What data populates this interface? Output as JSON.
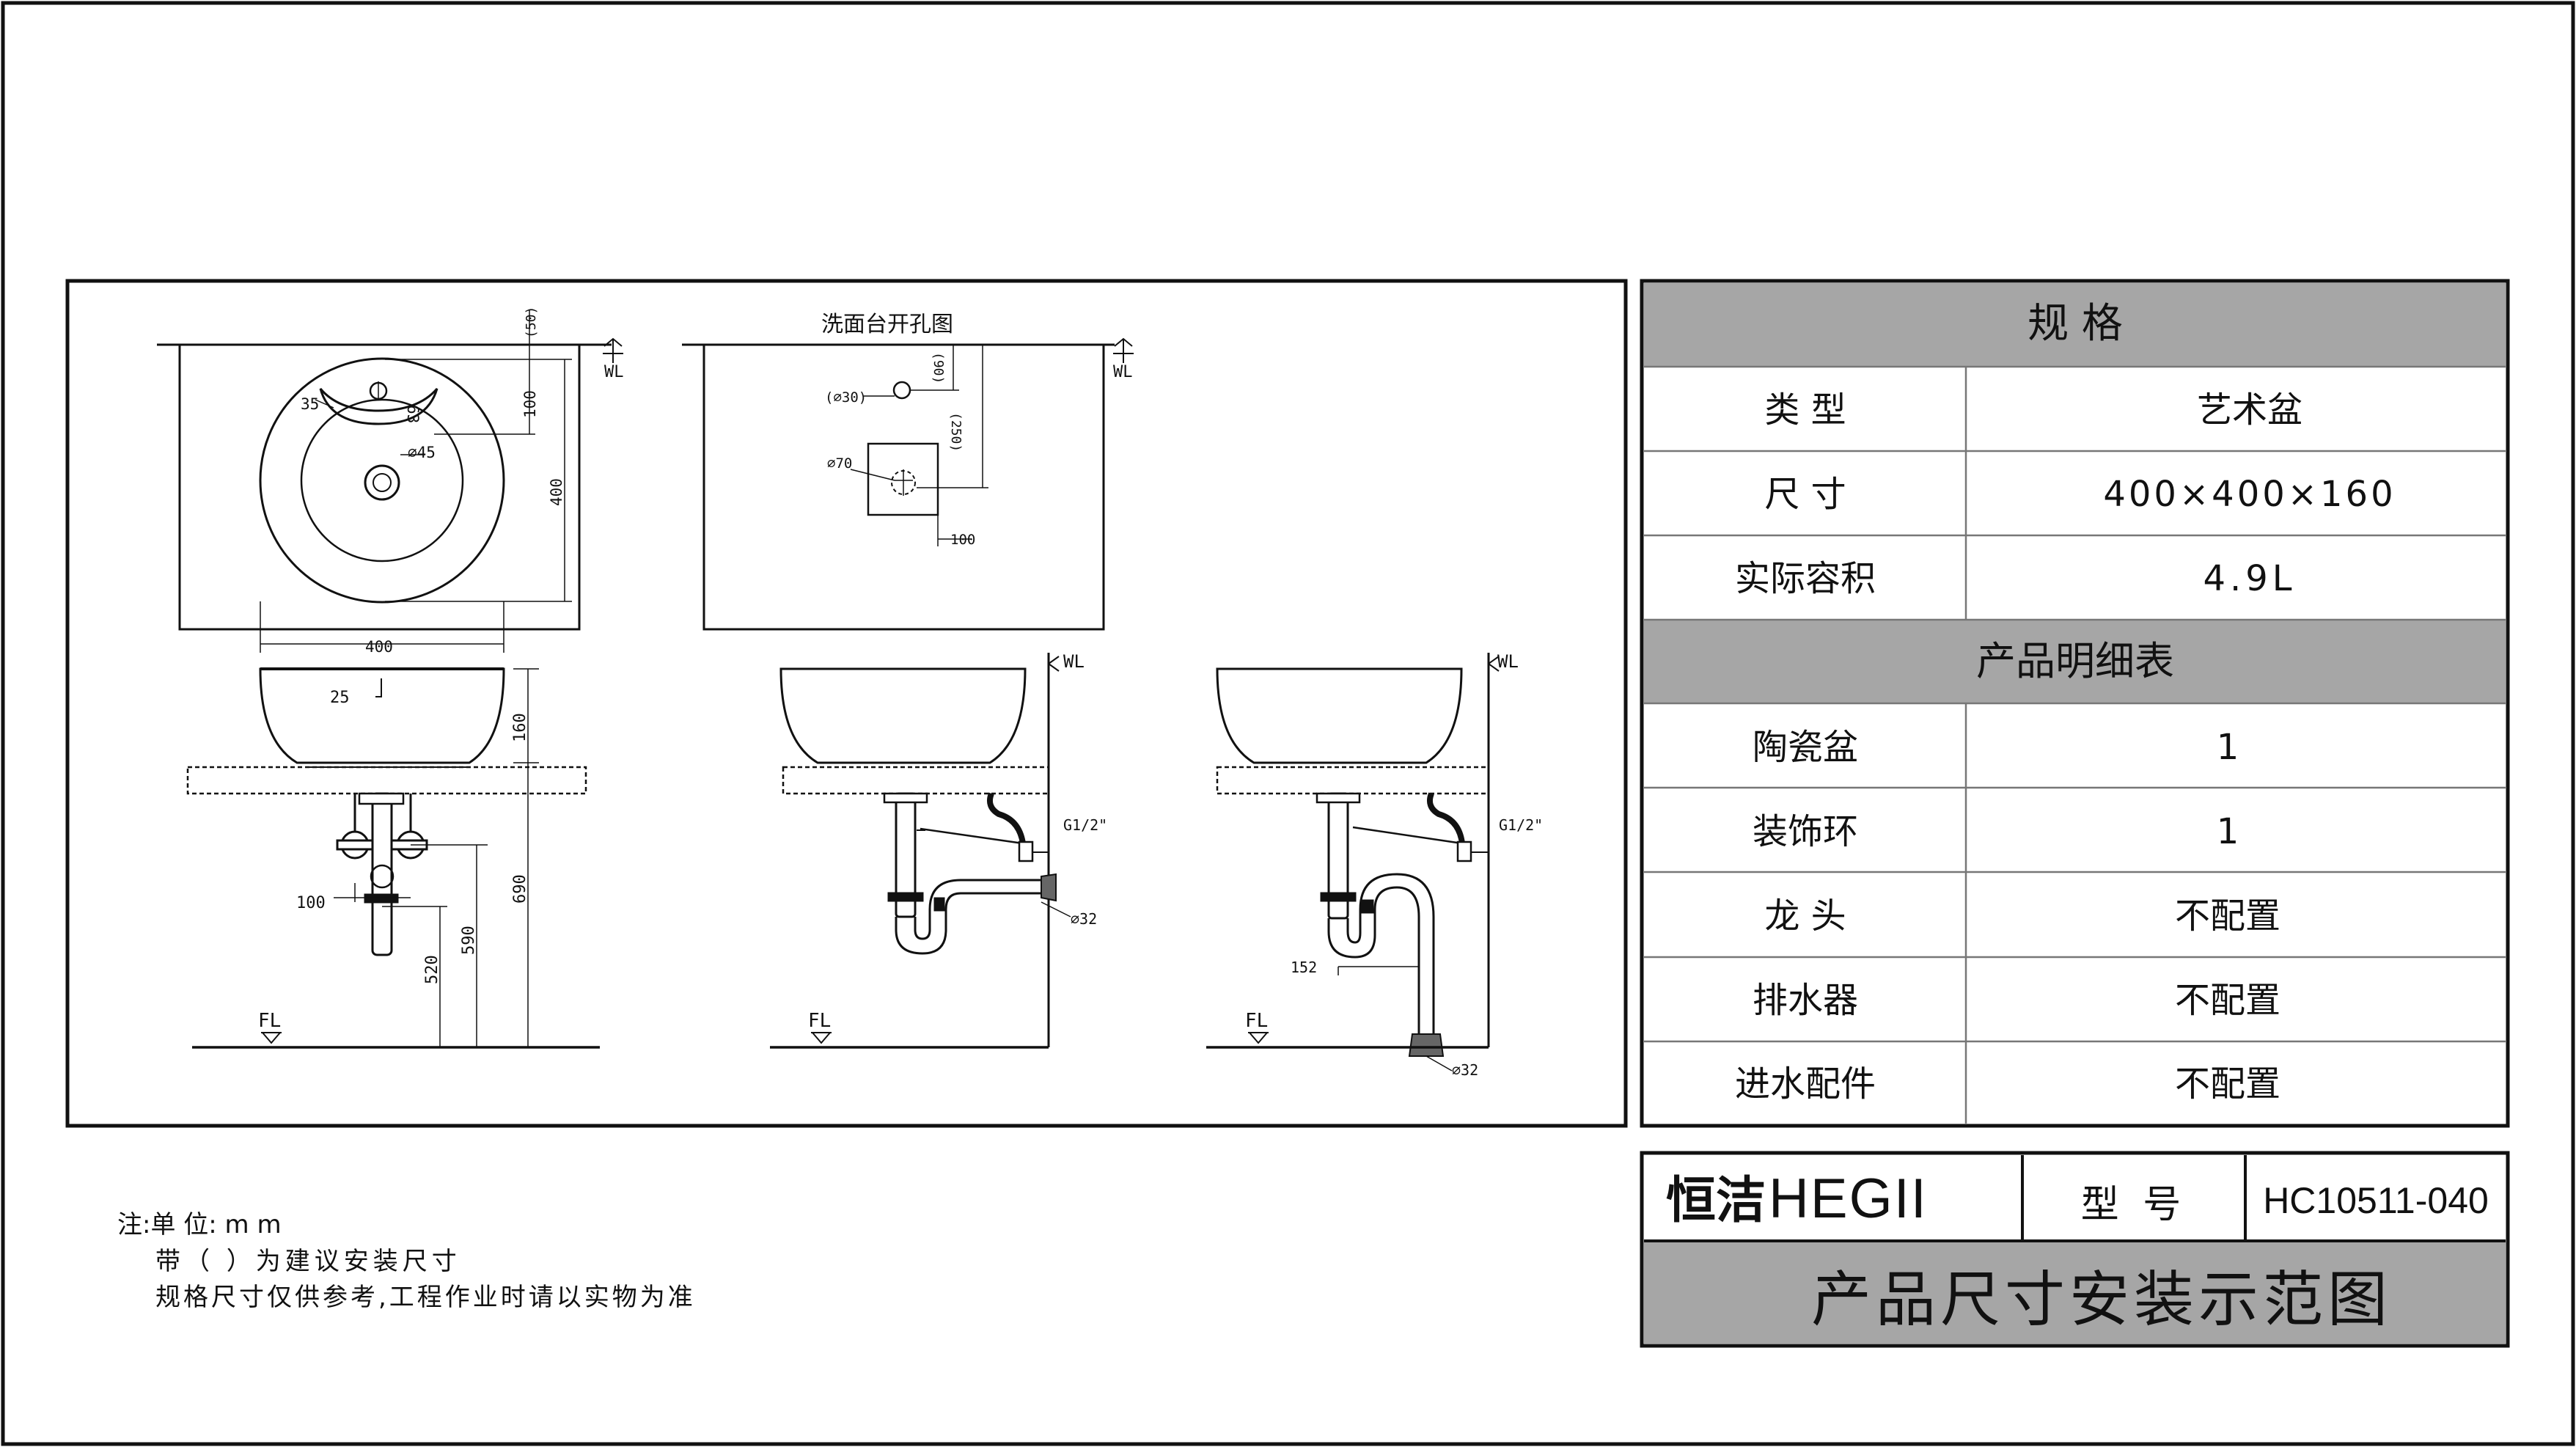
{
  "drawing": {
    "cutout_title": "洗面台开孔图",
    "markers": {
      "wl": "WL",
      "fl": "FL"
    },
    "top_view": {
      "dims": {
        "d35": "35",
        "d63": "63",
        "d45": "∅45",
        "d100": "100",
        "d50": "(50)",
        "d400v": "400",
        "d400h": "400"
      }
    },
    "cutout_view": {
      "dims": {
        "d30": "(∅30)",
        "d90": "(90)",
        "d250": "(250)",
        "d70": "∅70",
        "d100": "100"
      }
    },
    "side_view": {
      "dims": {
        "d25": "25",
        "d160": "160",
        "d690": "690",
        "d590": "590",
        "d520": "520",
        "d100": "100"
      }
    },
    "p_trap_view": {
      "dims": {
        "g12": "G1/2\"",
        "d32": "∅32"
      }
    },
    "s_trap_view": {
      "dims": {
        "g12": "G1/2\"",
        "d32": "∅32",
        "d152": "152"
      }
    }
  },
  "notes": {
    "line1": "注:单 位: m m",
    "line2": "带（ ）为建议安装尺寸",
    "line3": "规格尺寸仅供参考,工程作业时请以实物为准"
  },
  "spec_table": {
    "header": "规   格",
    "rows": [
      {
        "label": "类   型",
        "value": "艺术盆"
      },
      {
        "label": "尺   寸",
        "value": "400×400×160"
      },
      {
        "label": "实际容积",
        "value": "4.9L"
      }
    ],
    "detail_header": "产品明细表",
    "detail_rows": [
      {
        "label": "陶瓷盆",
        "value": "1"
      },
      {
        "label": "装饰环",
        "value": "1"
      },
      {
        "label": "龙   头",
        "value": "不配置"
      },
      {
        "label": "排水器",
        "value": "不配置"
      },
      {
        "label": "进水配件",
        "value": "不配置"
      }
    ]
  },
  "title_block": {
    "brand_cn": "恒洁",
    "brand_en": "HEGII",
    "model_label": "型 号",
    "model_value": "HC10511-040",
    "drawing_title": "产品尺寸安装示范图"
  },
  "colors": {
    "line": "#111111",
    "header_fill": "#a6a6a6",
    "grid_line": "#777777"
  }
}
